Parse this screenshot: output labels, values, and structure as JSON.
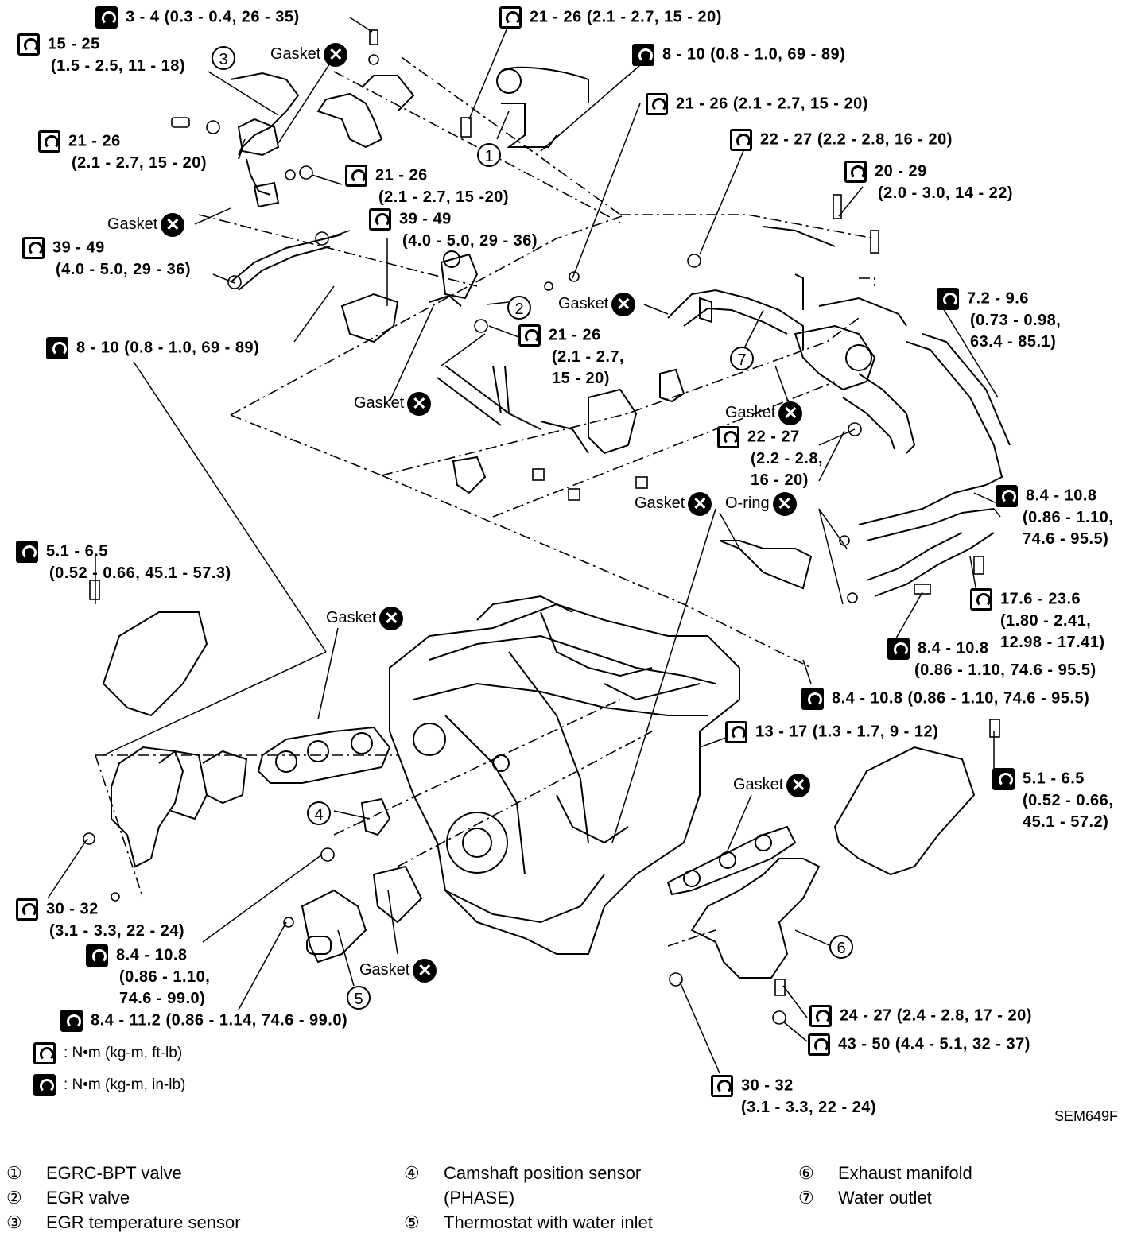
{
  "torque": {
    "t1": {
      "value": "3 - 4 (0.3 - 0.4, 26 - 35)",
      "unit": "in-lb"
    },
    "t2": {
      "value": "15 - 25",
      "value2": "(1.5 - 2.5, 11 - 18)",
      "unit": "ft-lb"
    },
    "t3": {
      "value": "21 - 26",
      "value2": "(2.1 - 2.7, 15 - 20)",
      "unit": "ft-lb"
    },
    "t4": {
      "value": "21 - 26",
      "value2": "(2.1 - 2.7, 15 -20)",
      "unit": "ft-lb"
    },
    "t5": {
      "value": "39 - 49",
      "value2": "(4.0 - 5.0, 29 - 36)",
      "unit": "ft-lb"
    },
    "t6": {
      "value": "39 - 49",
      "value2": "(4.0 - 5.0, 29 - 36)",
      "unit": "ft-lb"
    },
    "t7": {
      "value": "8 - 10 (0.8 - 1.0, 69 - 89)",
      "unit": "in-lb"
    },
    "t8": {
      "value": "21 - 26 (2.1 - 2.7, 15 - 20)",
      "unit": "ft-lb"
    },
    "t9": {
      "value": "8 - 10 (0.8 - 1.0, 69 - 89)",
      "unit": "in-lb"
    },
    "t10": {
      "value": "21 - 26 (2.1 - 2.7, 15 - 20)",
      "unit": "ft-lb"
    },
    "t11": {
      "value": "22 - 27 (2.2 - 2.8, 16 - 20)",
      "unit": "ft-lb"
    },
    "t12": {
      "value": "20 - 29",
      "value2": "(2.0 - 3.0, 14 - 22)",
      "unit": "ft-lb"
    },
    "t13": {
      "value": "21 - 26",
      "value2": "(2.1 - 2.7,",
      "value3": "15 - 20)",
      "unit": "ft-lb"
    },
    "t14": {
      "value": "7.2 - 9.6",
      "value2": "(0.73 - 0.98,",
      "value3": "63.4 - 85.1)",
      "unit": "in-lb"
    },
    "t15": {
      "value": "22 - 27",
      "value2": "(2.2 - 2.8,",
      "value3": "16 - 20)",
      "unit": "ft-lb"
    },
    "t16": {
      "value": "8.4 - 10.8",
      "value2": "(0.86 - 1.10,",
      "value3": "74.6 - 95.5)",
      "unit": "in-lb"
    },
    "t17": {
      "value": "5.1 - 6.5",
      "value2": "(0.52 - 0.66, 45.1 - 57.3)",
      "unit": "in-lb"
    },
    "t18": {
      "value": "17.6 - 23.6",
      "value2": "(1.80 - 2.41,",
      "value3": "12.98 - 17.41)",
      "unit": "ft-lb"
    },
    "t19": {
      "value": "8.4 - 10.8",
      "value2": "(0.86 - 1.10, 74.6 - 95.5)",
      "unit": "in-lb"
    },
    "t20": {
      "value": "8.4 - 10.8 (0.86 - 1.10, 74.6 - 95.5)",
      "unit": "in-lb"
    },
    "t21": {
      "value": "13 - 17 (1.3 - 1.7, 9 - 12)",
      "unit": "ft-lb"
    },
    "t22": {
      "value": "5.1 - 6.5",
      "value2": "(0.52 - 0.66,",
      "value3": "45.1 - 57.2)",
      "unit": "in-lb"
    },
    "t23": {
      "value": "30 - 32",
      "value2": "(3.1 - 3.3, 22 - 24)",
      "unit": "ft-lb"
    },
    "t24": {
      "value": "8.4 - 10.8",
      "value2": "(0.86 - 1.10,",
      "value3": "74.6 - 99.0)",
      "unit": "in-lb"
    },
    "t25": {
      "value": "8.4 - 11.2 (0.86 - 1.14, 74.6 - 99.0)",
      "unit": "in-lb"
    },
    "t26": {
      "value": "24 - 27 (2.4 - 2.8, 17 - 20)",
      "unit": "ft-lb"
    },
    "t27": {
      "value": "43 - 50 (4.4 - 5.1, 32 - 37)",
      "unit": "ft-lb"
    },
    "t28": {
      "value": "30 - 32",
      "value2": "(3.1 - 3.3, 22 - 24)",
      "unit": "ft-lb"
    }
  },
  "gasket_label": "Gasket",
  "oring_label": "O-ring",
  "gasket_mark": "✕",
  "units": {
    "ft_lb": ": N•m (kg-m, ft-lb)",
    "in_lb": ": N•m (kg-m, in-lb)"
  },
  "figure_ref": "SEM649F",
  "callouts": {
    "c1": "1",
    "c2": "2",
    "c3": "3",
    "c4": "4",
    "c5": "5",
    "c6": "6",
    "c7": "7"
  },
  "legend": [
    {
      "num": "①",
      "label": "EGRC-BPT valve"
    },
    {
      "num": "②",
      "label": "EGR valve"
    },
    {
      "num": "③",
      "label": "EGR temperature sensor"
    },
    {
      "num": "④",
      "label": "Camshaft position sensor",
      "label2": "(PHASE)"
    },
    {
      "num": "⑤",
      "label": "Thermostat with water inlet"
    },
    {
      "num": "⑥",
      "label": "Exhaust manifold"
    },
    {
      "num": "⑦",
      "label": "Water outlet"
    }
  ]
}
